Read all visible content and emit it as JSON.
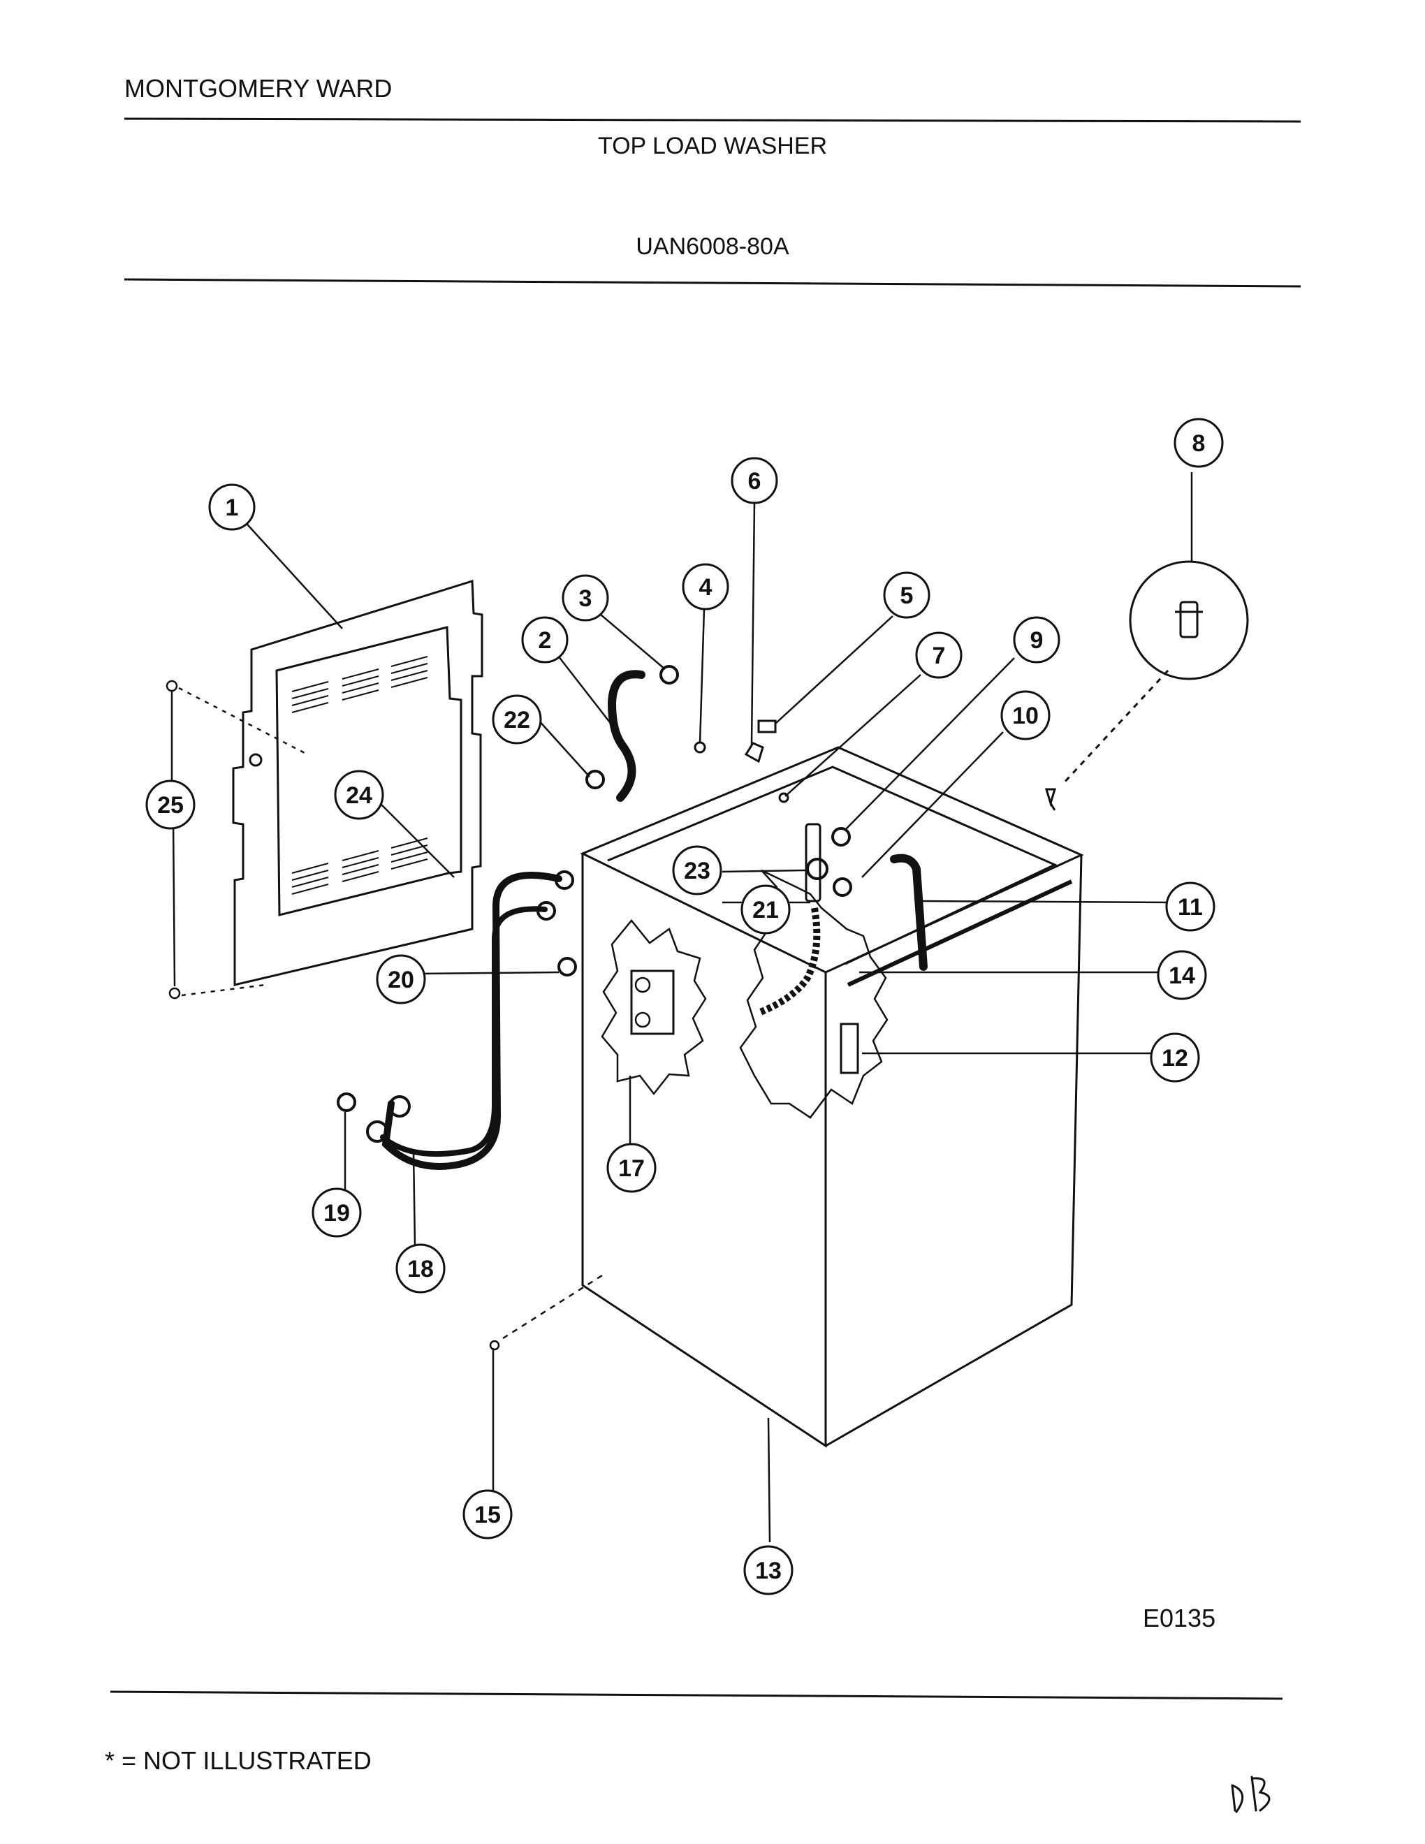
{
  "header": {
    "brand": "MONTGOMERY WARD",
    "product": "TOP LOAD WASHER",
    "model": "UAN6008-80A"
  },
  "figure": {
    "code": "E0135",
    "initials": "DB"
  },
  "footer": {
    "note": "* = NOT ILLUSTRATED"
  },
  "callouts": [
    "1",
    "2",
    "3",
    "4",
    "5",
    "6",
    "7",
    "8",
    "9",
    "10",
    "11",
    "12",
    "13",
    "14",
    "15",
    "17",
    "18",
    "19",
    "20",
    "21",
    "22",
    "23",
    "24",
    "25"
  ]
}
